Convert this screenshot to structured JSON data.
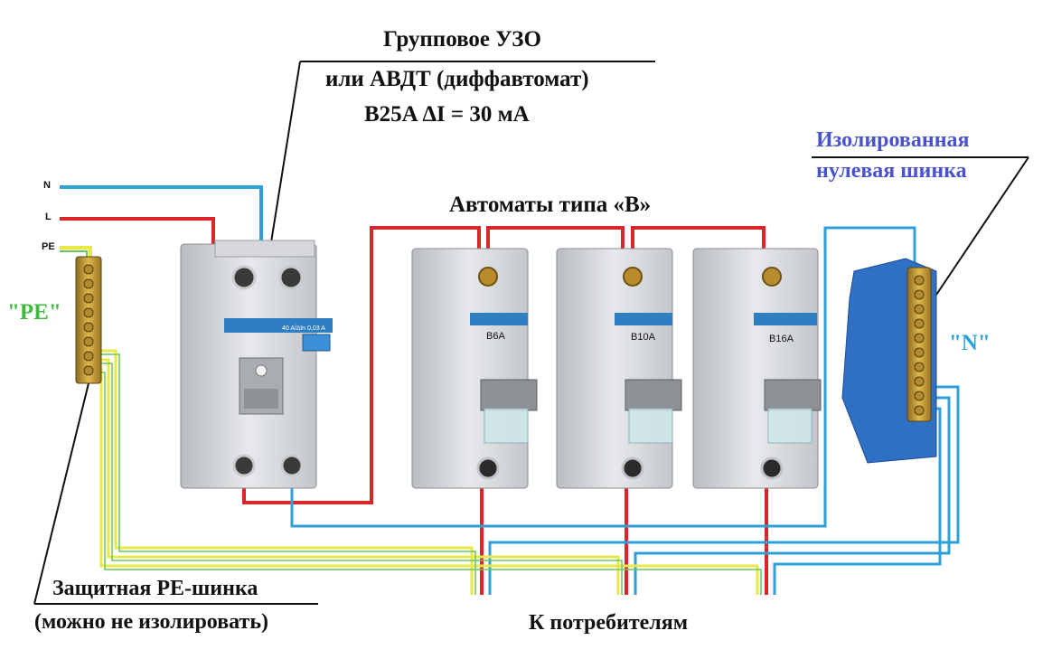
{
  "title_udo": {
    "line1": "Групповое УЗО",
    "line2": "или АВДТ (диффавтомат)",
    "line3": "B25A    ∆I = 30 мА"
  },
  "breakers_title": "Автоматы типа «В»",
  "neutral_bus": {
    "line1": "Изолированная",
    "line2": "нулевая шинка",
    "tag": "\"N\""
  },
  "pe_bus": {
    "tag": "\"PE\"",
    "line1": "Защитная PE-шинка",
    "line2": "(можно не изолировать)"
  },
  "consumers": "К потребителям",
  "wires": {
    "n": "N",
    "l": "L",
    "pe": "PE"
  },
  "breakers": [
    "B6A",
    "B10A",
    "B16A"
  ],
  "rcd_rating": "40 A/∆In 0,03 A",
  "colors": {
    "phase": "#d9262b",
    "neutral": "#2f9fd8",
    "pe_yellow": "#e8e84a",
    "pe_green": "#68c75a",
    "neutral_label": "#4a52d0",
    "pe_label": "#3fb93f",
    "blue_bus": "#2f6fc4"
  }
}
